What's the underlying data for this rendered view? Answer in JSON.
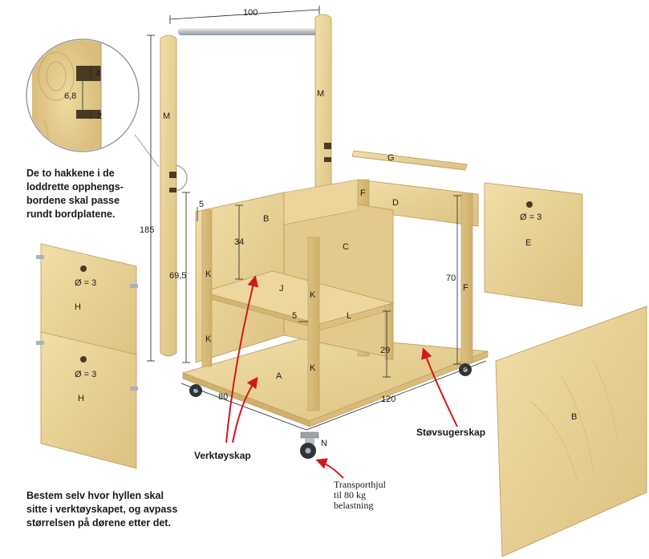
{
  "notes": {
    "hakk": "De to hakkene i de\nloddrette opphengs-\nbordene skal passe\nrundt bordplatene.",
    "hylle": "Bestem selv hvor hyllen skal\nsitte i verktøyskapet, og avpass\nstørrelsen på dørene etter det."
  },
  "callouts": {
    "verktoyskap": "Verktøyskap",
    "stovsugerskap": "Støvsugerskap",
    "transport_1": "Transporthjul",
    "transport_2": "til 80 kg",
    "transport_3": "belastning"
  },
  "parts": {
    "A": "A",
    "B": "B",
    "C": "C",
    "D": "D",
    "E": "E",
    "F": "F",
    "G": "G",
    "H": "H",
    "J": "J",
    "K": "K",
    "L": "L",
    "M": "M",
    "N": "N"
  },
  "dimensions": {
    "d100": "100",
    "d185": "185",
    "d69_5": "69,5",
    "d5a": "5",
    "d5b": "5",
    "d34": "34",
    "d29": "29",
    "d70": "70",
    "d80": "80",
    "d120": "120",
    "d4": "4",
    "d6_8": "6,8",
    "d2": "2",
    "hole": "Ø = 3"
  },
  "colors": {
    "wood": "#e9d49a",
    "wood_dark": "#d4b877",
    "wood_edge": "#b8995a",
    "arrow": "#d0191f",
    "rod": "#c8cdd2"
  }
}
